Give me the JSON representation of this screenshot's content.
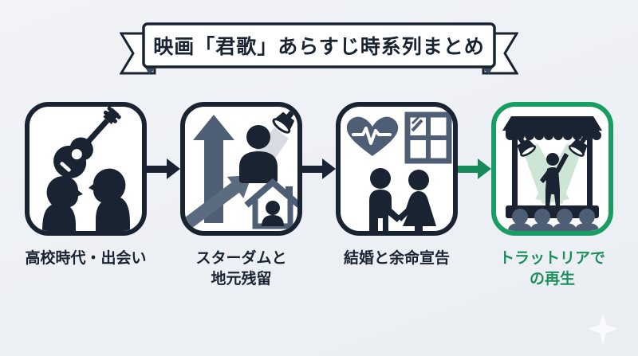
{
  "banner": {
    "title": "映画「君歌」あらすじ時系列まとめ"
  },
  "steps": [
    {
      "label": "高校時代・出会い",
      "icons": [
        "guitar-icon",
        "girl-silhouette-icon",
        "boy-silhouette-icon"
      ],
      "highlighted": false
    },
    {
      "label": "スターダムと\n地元残留",
      "icons": [
        "rising-arrow-icon",
        "diagonal-arrow-icon",
        "spotlight-person-icon",
        "house-person-icon"
      ],
      "highlighted": false
    },
    {
      "label": "結婚と余命宣告",
      "icons": [
        "heartbeat-heart-icon",
        "window-icon",
        "couple-holding-hands-icon"
      ],
      "highlighted": false
    },
    {
      "label": "トラットリアで\nの再生",
      "icons": [
        "stage-performance-icon",
        "audience-icon",
        "stage-spotlights-icon"
      ],
      "highlighted": true
    }
  ],
  "colors": {
    "navy": "#1a2332",
    "slate": "#4e5e74",
    "slate-light": "#5c6c80",
    "green": "#189e63",
    "green-arrow": "#178a5c",
    "green-text": "#1e8e5e",
    "beam-gray": "#d8dce2",
    "beam-green": "#cde5d5",
    "fold": "#3e4a5e"
  }
}
